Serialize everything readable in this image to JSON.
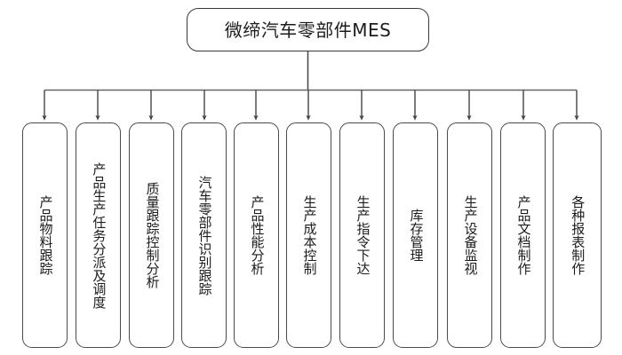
{
  "diagram": {
    "title": "微缔汽车零部件MES",
    "type": "organization-tree",
    "colors": {
      "background": "#ffffff",
      "node_border": "#4a4a4a",
      "root_border": "#3a3a3a",
      "connector": "#555555",
      "text": "#1c1c1c"
    },
    "root": {
      "label": "微缔汽车零部件MES"
    },
    "modules": [
      {
        "label": "产品物料跟踪",
        "chars": 6,
        "spacing": "normal"
      },
      {
        "label": "产品生产任务分派及调度",
        "chars": 11,
        "spacing": "snug"
      },
      {
        "label": "质量跟踪控制分析",
        "chars": 8,
        "spacing": "normal"
      },
      {
        "label": "汽车零部件识别跟踪",
        "chars": 9,
        "spacing": "normal"
      },
      {
        "label": "产品性能分析",
        "chars": 6,
        "spacing": "normal"
      },
      {
        "label": "生产成本控制",
        "chars": 6,
        "spacing": "normal"
      },
      {
        "label": "生产指令下达",
        "chars": 6,
        "spacing": "normal"
      },
      {
        "label": "库存管理",
        "chars": 4,
        "spacing": "normal"
      },
      {
        "label": "生产设备监视",
        "chars": 6,
        "spacing": "normal"
      },
      {
        "label": "产品文档制作",
        "chars": 6,
        "spacing": "normal"
      },
      {
        "label": "各种报表制作",
        "chars": 6,
        "spacing": "loose"
      }
    ]
  }
}
